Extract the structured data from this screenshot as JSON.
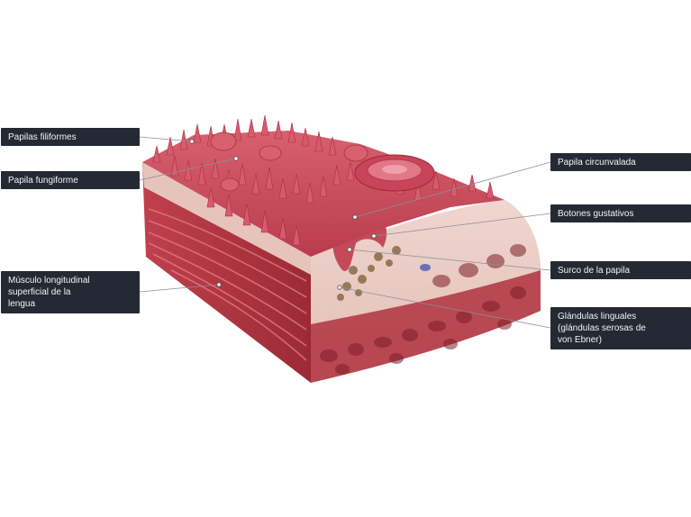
{
  "labels": {
    "papilas_filiformes": "Papilas filiformes",
    "papila_fungiforme": "Papila fungiforme",
    "musculo": [
      "Músculo longitudinal",
      "superficial de la",
      "lengua"
    ],
    "papila_circunvalada": "Papila circunvalada",
    "botones_gustativos": "Botones gustativos",
    "surco_papila": "Surco de la papila",
    "glandulas": [
      "Glándulas linguales",
      "(glándulas serosas de",
      "von Ebner)"
    ]
  },
  "colors": {
    "label_bg": "#242a33",
    "label_text": "#f2f4f6",
    "leader_line": "#8a8f96",
    "papillae": "#c9485c",
    "mucosa": "#e7c9c2",
    "muscle": "#a8303c",
    "gland": "#8a6a45"
  }
}
